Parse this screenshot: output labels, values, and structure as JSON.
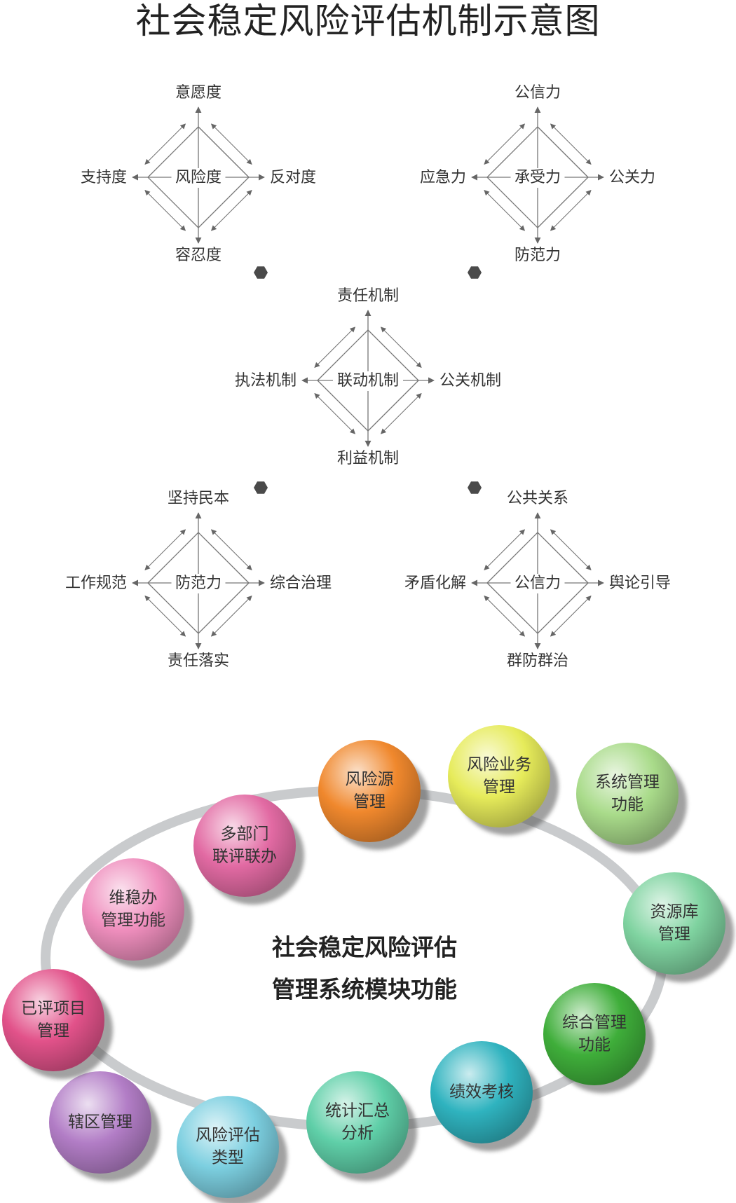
{
  "title": "社会稳定风险评估机制示意图",
  "diamonds": [
    {
      "center": "风险度",
      "top": "意愿度",
      "left": "支持度",
      "right": "反对度",
      "bottom": "容忍度"
    },
    {
      "center": "承受力",
      "top": "公信力",
      "left": "应急力",
      "right": "公关力",
      "bottom": "防范力"
    },
    {
      "center": "联动机制",
      "top": "责任机制",
      "left": "执法机制",
      "right": "公关机制",
      "bottom": "利益机制"
    },
    {
      "center": "防范力",
      "top": "坚持民本",
      "left": "工作规范",
      "right": "综合治理",
      "bottom": "责任落实"
    },
    {
      "center": "公信力",
      "top": "公共关系",
      "left": "矛盾化解",
      "right": "舆论引导",
      "bottom": "群防群治"
    }
  ],
  "ring": {
    "center_lines": [
      "社会稳定风险评估",
      "管理系统模块功能"
    ],
    "modules": [
      {
        "lines": [
          "风险源",
          "管理"
        ],
        "color": "#f0882d"
      },
      {
        "lines": [
          "风险业务",
          "管理"
        ],
        "color": "#e6eb5a"
      },
      {
        "lines": [
          "系统管理",
          "功能"
        ],
        "color": "#a9db8a"
      },
      {
        "lines": [
          "资源库",
          "管理"
        ],
        "color": "#7fd3a0"
      },
      {
        "lines": [
          "综合管理",
          "功能"
        ],
        "color": "#3fae3a"
      },
      {
        "lines": [
          "绩效考核"
        ],
        "color": "#2fb3bf"
      },
      {
        "lines": [
          "统计汇总",
          "分析"
        ],
        "color": "#5fcfa8"
      },
      {
        "lines": [
          "风险评估",
          "类型"
        ],
        "color": "#7ccfe0"
      },
      {
        "lines": [
          "辖区管理"
        ],
        "color": "#b27dc6"
      },
      {
        "lines": [
          "已评项目",
          "管理"
        ],
        "color": "#e2528a"
      },
      {
        "lines": [
          "维稳办",
          "管理功能"
        ],
        "color": "#ef8ebd"
      },
      {
        "lines": [
          "多部门",
          "联评联办"
        ],
        "color": "#e26aa3"
      }
    ]
  }
}
